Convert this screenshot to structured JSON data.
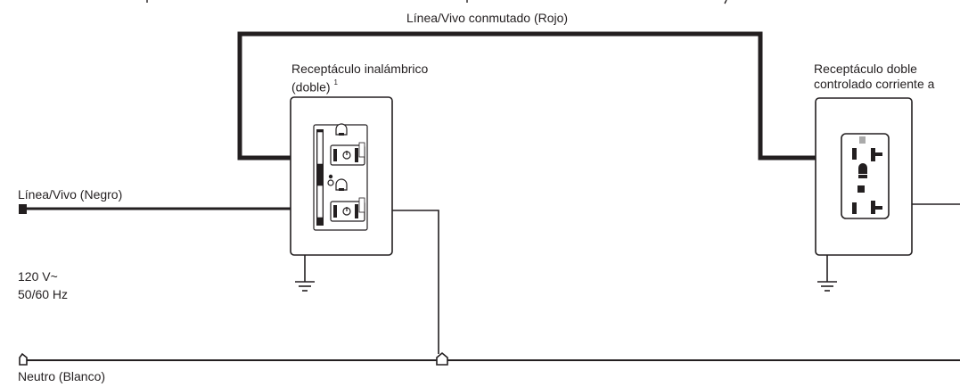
{
  "labels": {
    "switched_line": "Línea/Vivo conmutado (Rojo)",
    "wireless_receptacle_line1": "Receptáculo inalámbrico",
    "wireless_receptacle_line2": "(doble)",
    "wireless_receptacle_footnote": "1",
    "controlled_receptacle_line1": "Receptáculo doble",
    "controlled_receptacle_line2": "controlado corriente a",
    "line_hot": "Línea/Vivo (Negro)",
    "voltage": "120 V~",
    "frequency": "50/60 Hz",
    "neutral": "Neutro (Blanco)"
  },
  "colors": {
    "wire": "#231f20",
    "device_gray": "#aaaaaa",
    "background": "#ffffff"
  }
}
